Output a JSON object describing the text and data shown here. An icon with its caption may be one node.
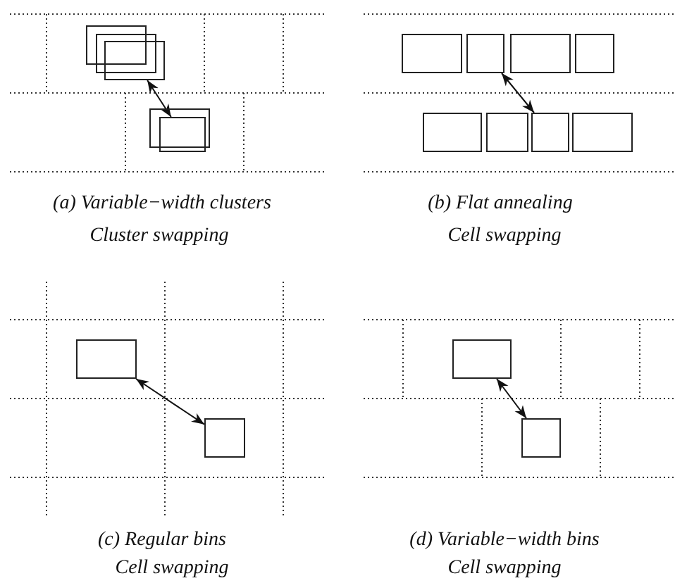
{
  "diagram": {
    "nodes": [
      {
        "text": [],
        "shape": "box"
      },
      {
        "text": [],
        "shape": "box"
      },
      {
        "text": [],
        "shape": "box"
      },
      {
        "text": [],
        "shape": "box"
      },
      {
        "text": [],
        "shape": "box"
      },
      {
        "text": [],
        "shape": "box"
      },
      {
        "text": [],
        "shape": "box"
      },
      {
        "text": [],
        "shape": "box"
      },
      {
        "text": [],
        "shape": "box"
      },
      {
        "text": [],
        "shape": "box"
      },
      {
        "text": [],
        "shape": "box"
      },
      {
        "text": [],
        "shape": "box"
      },
      {
        "text": [],
        "shape": "box"
      },
      {
        "text": [],
        "shape": "box"
      },
      {
        "text": [],
        "shape": "box"
      },
      {
        "text": [],
        "shape": "box"
      },
      {
        "text": [],
        "shape": "box"
      }
    ],
    "edges": [
      {
        "from": 2,
        "to": 4,
        "arrow": "both"
      },
      {
        "from": 6,
        "to": 11,
        "arrow": "both"
      },
      {
        "from": 13,
        "to": 14,
        "arrow": "both"
      },
      {
        "from": 15,
        "to": 16,
        "arrow": "both"
      }
    ],
    "labels": [
      "(a) Variable−width clusters",
      "Cluster swapping",
      "(b) Flat annealing",
      "Cell swapping",
      "(c) Regular bins",
      "Cell swapping",
      "(d) Variable−width bins",
      "Cell swapping"
    ]
  }
}
